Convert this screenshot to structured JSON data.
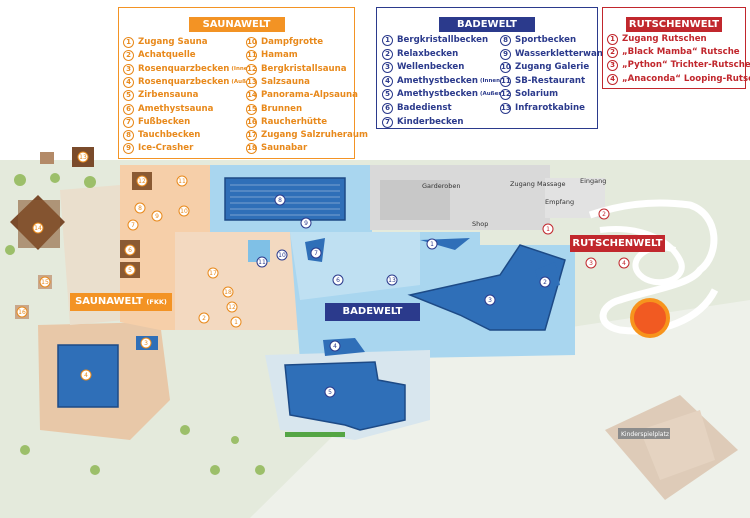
{
  "saunawelt": {
    "title": "SAUNAWELT",
    "col1": [
      {
        "n": "1",
        "label": "Zugang Sauna",
        "sub": ""
      },
      {
        "n": "2",
        "label": "Achatquelle",
        "sub": ""
      },
      {
        "n": "3",
        "label": "Rosenquarzbecken",
        "sub": "(Innen)"
      },
      {
        "n": "4",
        "label": "Rosenquarzbecken",
        "sub": "(Außen)"
      },
      {
        "n": "5",
        "label": "Zirbensauna",
        "sub": ""
      },
      {
        "n": "6",
        "label": "Amethystsauna",
        "sub": ""
      },
      {
        "n": "7",
        "label": "Fußbecken",
        "sub": ""
      },
      {
        "n": "8",
        "label": "Tauchbecken",
        "sub": ""
      },
      {
        "n": "9",
        "label": "Ice-Crasher",
        "sub": ""
      }
    ],
    "col2": [
      {
        "n": "10",
        "label": "Dampfgrotte"
      },
      {
        "n": "11",
        "label": "Hamam"
      },
      {
        "n": "12",
        "label": "Bergkristallsauna"
      },
      {
        "n": "13",
        "label": "Salzsauna"
      },
      {
        "n": "14",
        "label": "Panorama-Alpsauna"
      },
      {
        "n": "15",
        "label": "Brunnen"
      },
      {
        "n": "16",
        "label": "Raucherhütte"
      },
      {
        "n": "17",
        "label": "Zugang Salzruheraum"
      },
      {
        "n": "18",
        "label": "Saunabar"
      }
    ]
  },
  "badewelt": {
    "title": "BADEWELT",
    "col1": [
      {
        "n": "1",
        "label": "Bergkristallbecken",
        "sub": ""
      },
      {
        "n": "2",
        "label": "Relaxbecken",
        "sub": ""
      },
      {
        "n": "3",
        "label": "Wellenbecken",
        "sub": ""
      },
      {
        "n": "4",
        "label": "Amethystbecken",
        "sub": "(Innen)"
      },
      {
        "n": "5",
        "label": "Amethystbecken",
        "sub": "(Außen)"
      },
      {
        "n": "6",
        "label": "Badedienst",
        "sub": ""
      },
      {
        "n": "7",
        "label": "Kinderbecken",
        "sub": ""
      }
    ],
    "col2": [
      {
        "n": "8",
        "label": "Sportbecken"
      },
      {
        "n": "9",
        "label": "Wasserkletterwand"
      },
      {
        "n": "10",
        "label": "Zugang Galerie"
      },
      {
        "n": "11",
        "label": "SB-Restaurant"
      },
      {
        "n": "12",
        "label": "Solarium"
      },
      {
        "n": "13",
        "label": "Infrarotkabine"
      }
    ]
  },
  "rutschenwelt": {
    "title": "RUTSCHENWELT",
    "items": [
      {
        "n": "1",
        "label": "Zugang Rutschen"
      },
      {
        "n": "2",
        "label": "„Black Mamba“ Rutsche"
      },
      {
        "n": "3",
        "label": "„Python“ Trichter-Rutsche"
      },
      {
        "n": "4",
        "label": "„Anaconda“ Looping-Rutsche"
      }
    ]
  },
  "map_labels": {
    "saunawelt_badge": "SAUNAWELT",
    "saunawelt_badge_sub": "(FKK)",
    "badewelt_badge": "BADEWELT",
    "rutschenwelt_badge": "RUTSCHENWELT",
    "garderoben": "Garderoben",
    "zugang_massage": "Zugang Massage",
    "eingang": "Eingang",
    "empfang": "Empfang",
    "shop": "Shop",
    "kinderspielplatz": "Kinderspielplatz"
  },
  "colors": {
    "saunawelt": "#f39324",
    "badewelt": "#2b3a8c",
    "rutschenwelt": "#c1272d",
    "water": "#2f6fb8",
    "indoor": "#a9d6ef"
  }
}
